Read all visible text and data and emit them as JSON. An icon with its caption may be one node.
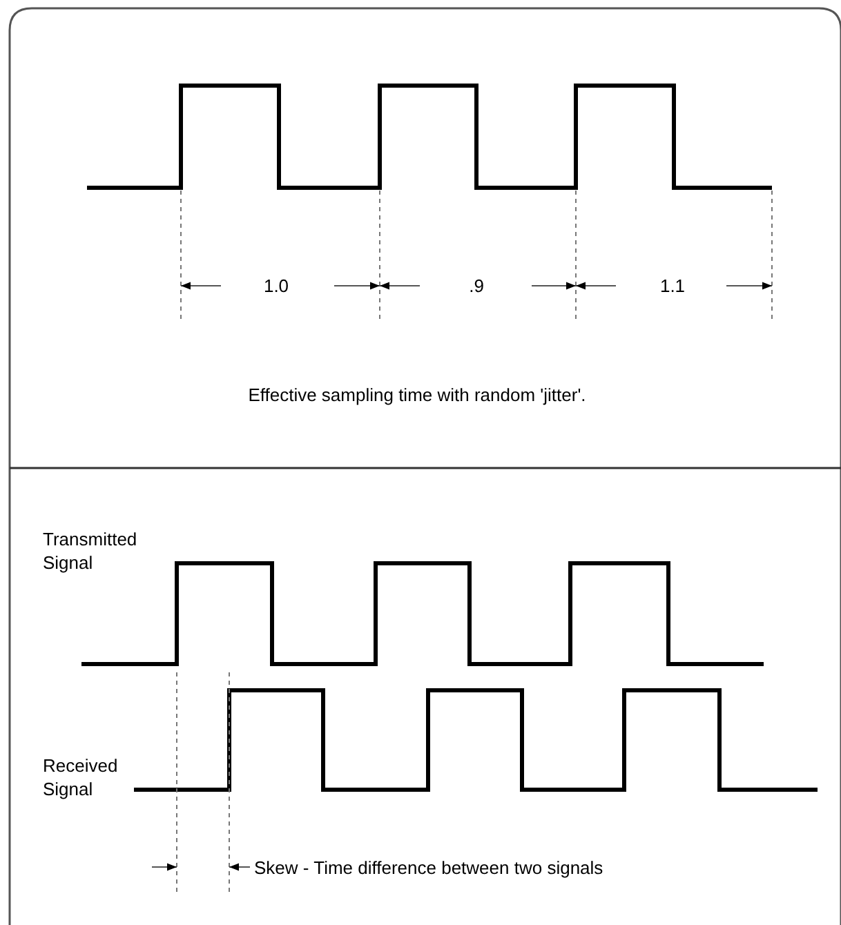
{
  "diagram": {
    "labels": [
      "1.0",
      ".9",
      "1.1",
      "Effective sampling time with random 'jitter'.",
      "Transmitted Signal",
      "Received Signal",
      "Skew - Time difference between two signals"
    ]
  }
}
